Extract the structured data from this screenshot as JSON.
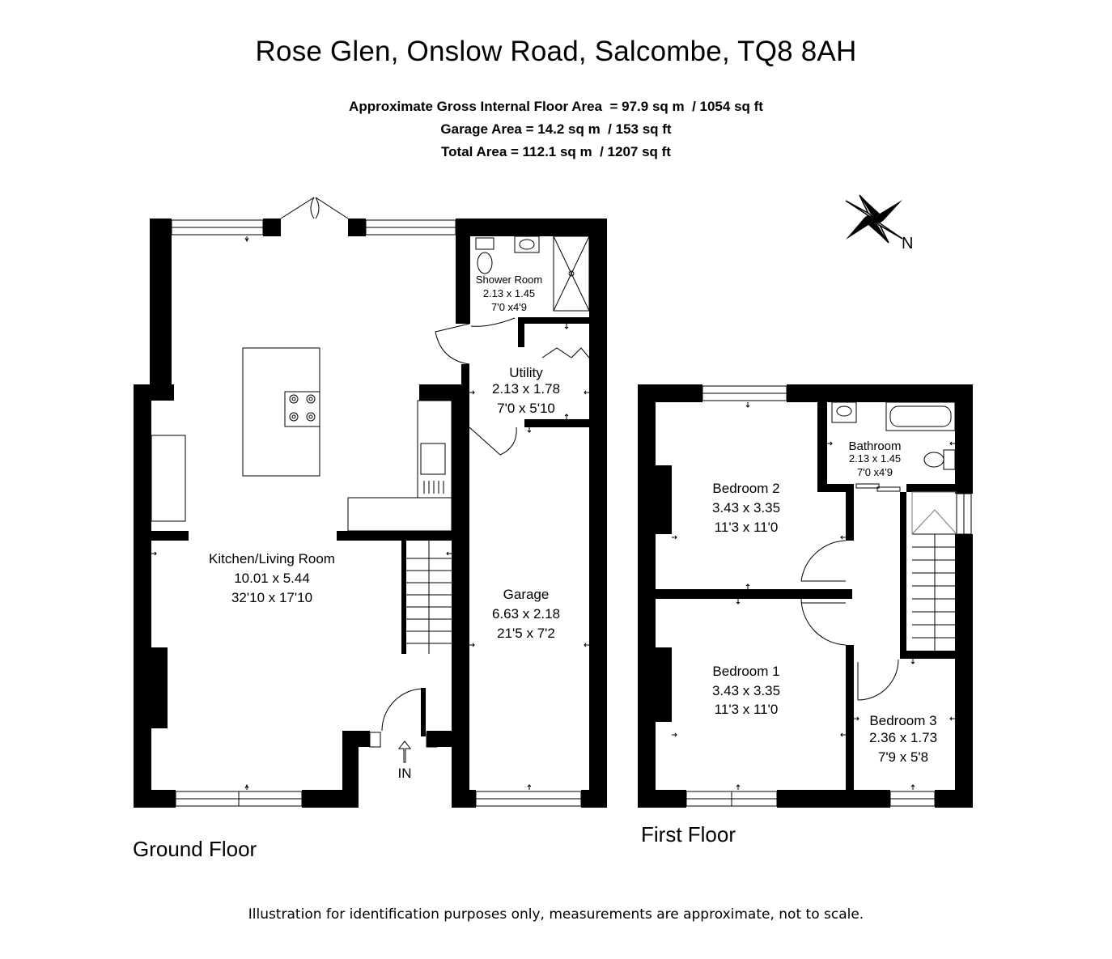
{
  "header": {
    "title": "Rose Glen, Onslow Road, Salcombe, TQ8 8AH",
    "area_lines": [
      "Approximate Gross Internal Floor Area  = 97.9 sq m  / 1054 sq ft",
      "Garage Area = 14.2 sq m  / 153 sq ft",
      "Total Area = 112.1 sq m  / 1207 sq ft"
    ]
  },
  "compass": {
    "label": "N",
    "icon": "compass-rose-icon"
  },
  "ground_floor": {
    "label": "Ground Floor",
    "entrance_label": "IN",
    "rooms": {
      "kitchen": {
        "name": "Kitchen/Living Room",
        "metric": "10.01 x 5.44",
        "imperial": "32'10 x 17'10"
      },
      "shower": {
        "name": "Shower Room",
        "metric": "2.13 x 1.45",
        "imperial": "7'0 x4'9"
      },
      "utility": {
        "name": "Utility",
        "metric": "2.13 x 1.78",
        "imperial": "7'0 x 5'10"
      },
      "garage": {
        "name": "Garage",
        "metric": "6.63 x 2.18",
        "imperial": "21'5 x 7'2"
      }
    }
  },
  "first_floor": {
    "label": "First Floor",
    "rooms": {
      "bedroom2": {
        "name": "Bedroom 2",
        "metric": "3.43 x 3.35",
        "imperial": "11'3 x 11'0"
      },
      "bathroom": {
        "name": "Bathroom",
        "metric": "2.13 x 1.45",
        "imperial": "7'0 x4'9"
      },
      "bedroom1": {
        "name": "Bedroom 1",
        "metric": "3.43 x 3.35",
        "imperial": "11'3 x 11'0"
      },
      "bedroom3": {
        "name": "Bedroom 3",
        "metric": "2.36 x 1.73",
        "imperial": "7'9 x 5'8"
      }
    }
  },
  "footer": {
    "disclaimer": "Illustration for identification purposes only, measurements are approximate, not to scale."
  }
}
